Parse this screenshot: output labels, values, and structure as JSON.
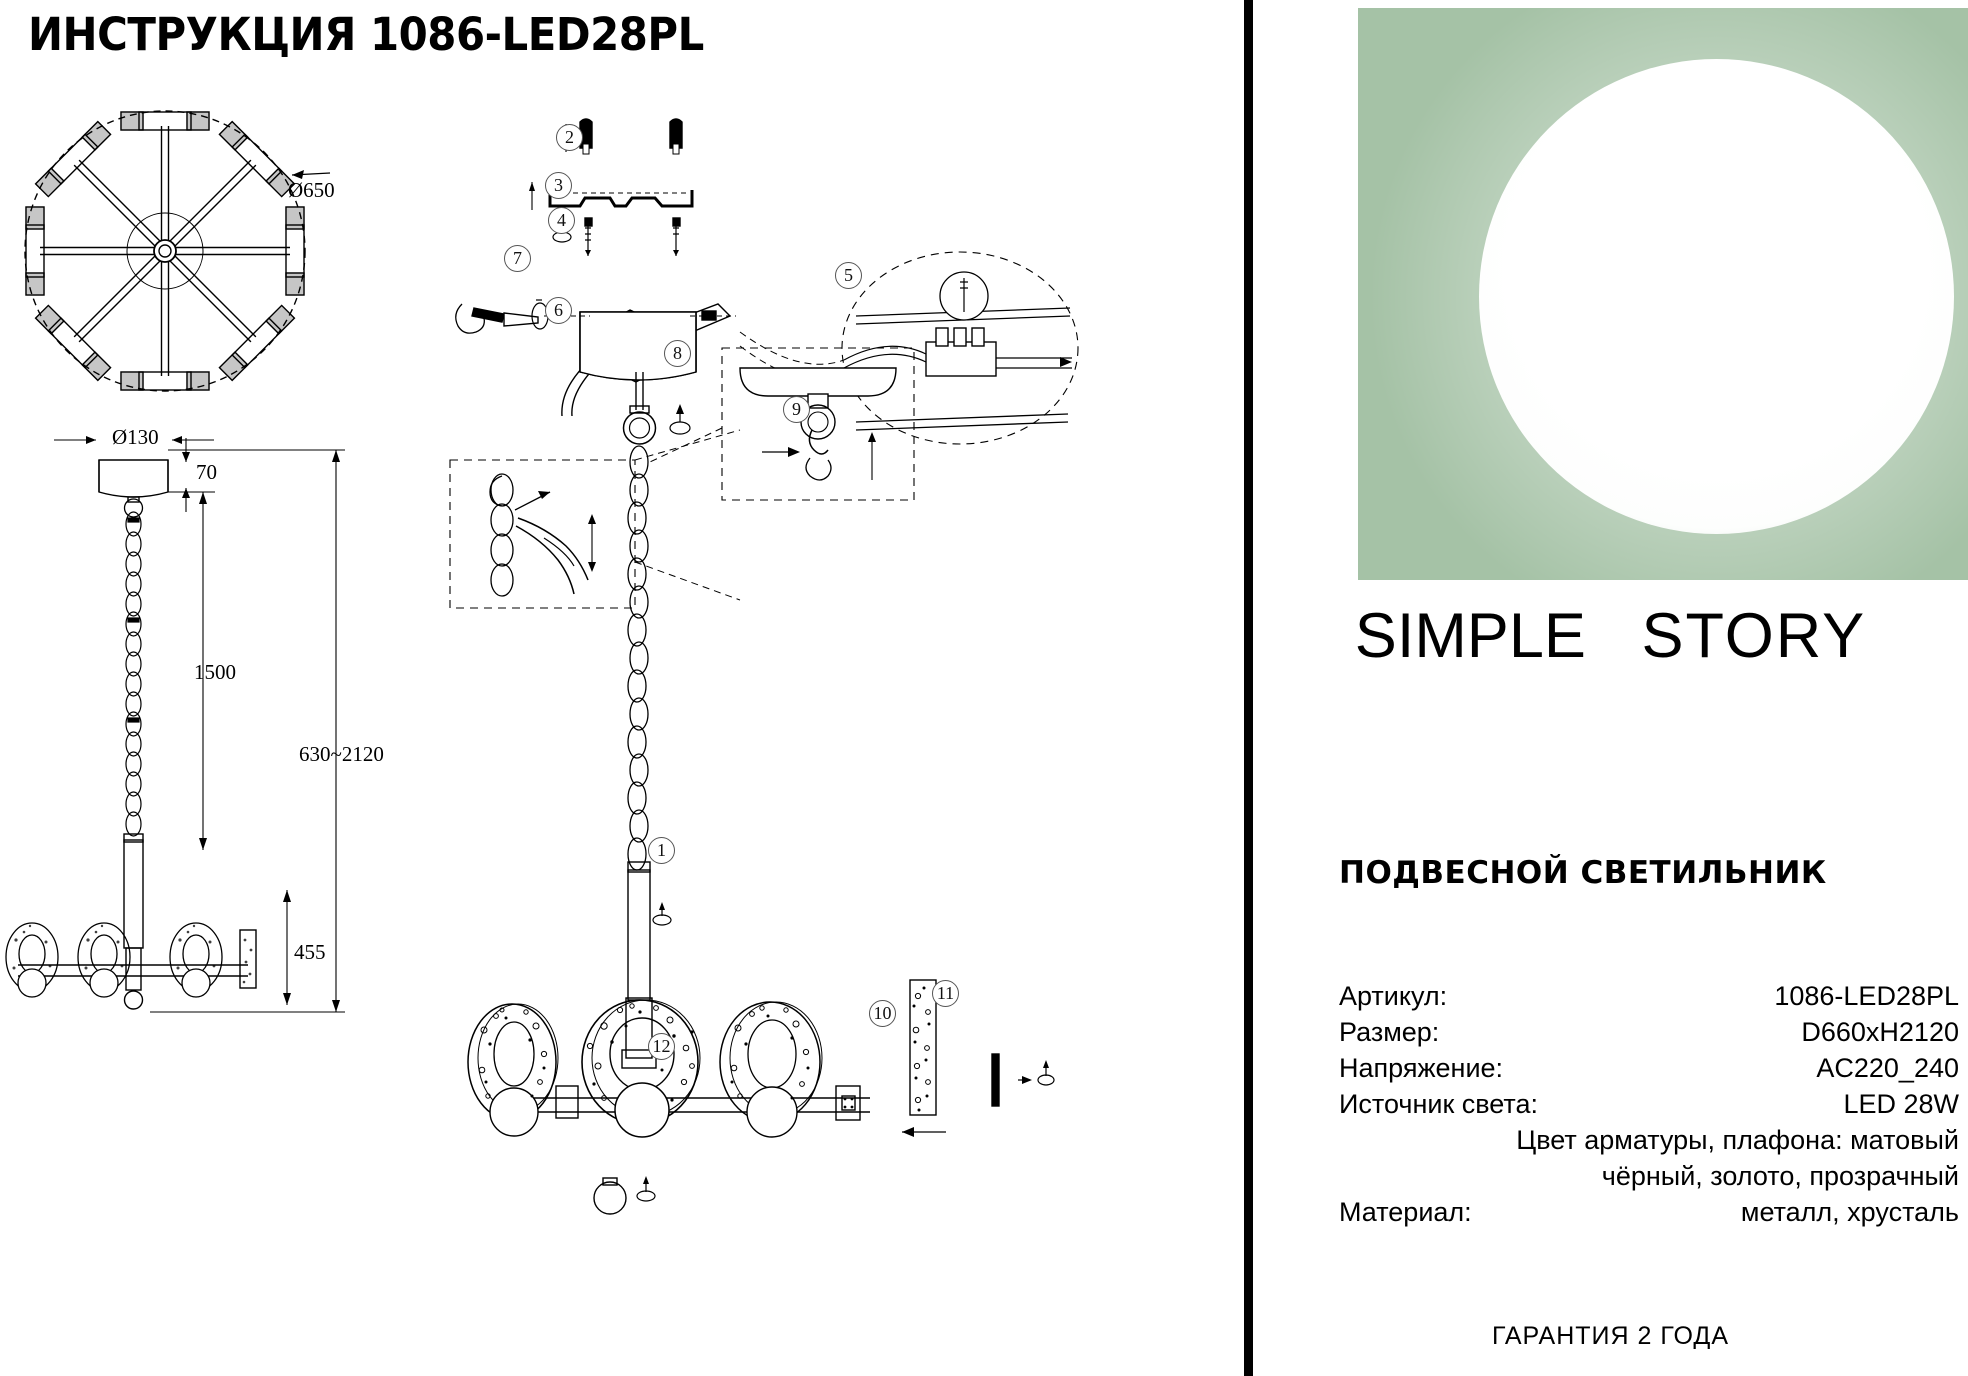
{
  "sheet": {
    "title": "ИНСТРУКЦИЯ 1086-LED28PL"
  },
  "drawings": {
    "top_view": {
      "name": "top-view",
      "diameter_label": "Ø650",
      "arms": 8
    },
    "front_elevation": {
      "name": "front-elevation",
      "canopy_diameter_label": "Ø130",
      "canopy_height_label": "70",
      "chain_length_label": "1500",
      "total_height_label": "630~2120",
      "fixture_height_label": "455"
    },
    "exploded": {
      "name": "exploded-assembly",
      "callouts": [
        "1",
        "2",
        "3",
        "4",
        "5",
        "6",
        "7",
        "8",
        "9",
        "10",
        "11",
        "12"
      ]
    }
  },
  "brand": {
    "word1": "SIMPLE",
    "word2": "STORY"
  },
  "product": {
    "type": "ПОДВЕСНОЙ СВЕТИЛЬНИК",
    "specs": [
      {
        "key": "Артикул:",
        "value": "1086-LED28PL"
      },
      {
        "key": "Размер:",
        "value": "D660xH2120"
      },
      {
        "key": "Напряжение:",
        "value": "AC220_240"
      },
      {
        "key": "Источник света:",
        "value": "LED 28W"
      }
    ],
    "color_line1": "Цвет арматуры, плафона: матовый",
    "color_line2": "чёрный, золото, прозрачный",
    "material_key": "Материал:",
    "material_value": "металл, хрусталь"
  },
  "warranty": "ГАРАНТИЯ 2 ГОДА",
  "colors": {
    "hero_background": "#a5c2a6",
    "line": "#000000"
  }
}
